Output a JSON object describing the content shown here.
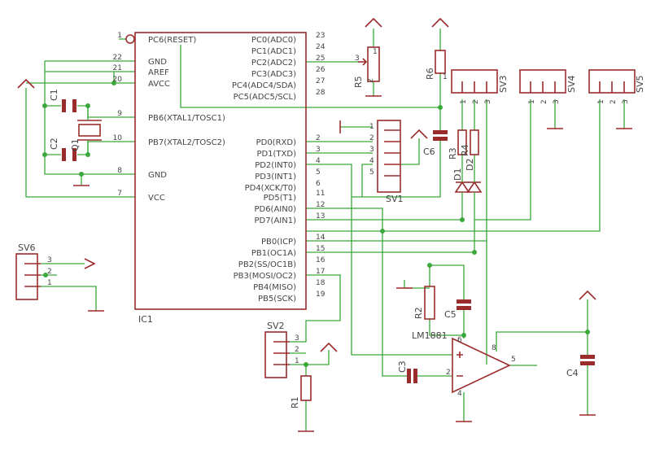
{
  "ic1": {
    "name": "IC1",
    "left_pins": [
      {
        "num": "1",
        "name": "PC6(RESET)"
      },
      {
        "num": "22",
        "name": "GND"
      },
      {
        "num": "21",
        "name": "AREF"
      },
      {
        "num": "20",
        "name": "AVCC"
      },
      {
        "num": "9",
        "name": "PB6(XTAL1/TOSC1)"
      },
      {
        "num": "10",
        "name": "PB7(XTAL2/TOSC2)"
      },
      {
        "num": "8",
        "name": "GND"
      },
      {
        "num": "7",
        "name": "VCC"
      }
    ],
    "right_pins": [
      {
        "num": "23",
        "name": "PC0(ADC0)"
      },
      {
        "num": "24",
        "name": "PC1(ADC1)"
      },
      {
        "num": "25",
        "name": "PC2(ADC2)"
      },
      {
        "num": "26",
        "name": "PC3(ADC3)"
      },
      {
        "num": "27",
        "name": "PC4(ADC4/SDA)"
      },
      {
        "num": "28",
        "name": "PC5(ADC5/SCL)"
      },
      {
        "num": "2",
        "name": "PD0(RXD)"
      },
      {
        "num": "3",
        "name": "PD1(TXD)"
      },
      {
        "num": "4",
        "name": "PD2(INT0)"
      },
      {
        "num": "5",
        "name": "PD3(INT1)"
      },
      {
        "num": "6",
        "name": "PD4(XCK/T0)"
      },
      {
        "num": "11",
        "name": "PD5(T1)"
      },
      {
        "num": "12",
        "name": "PD6(AIN0)"
      },
      {
        "num": "13",
        "name": "PD7(AIN1)"
      },
      {
        "num": "14",
        "name": "PB0(ICP)"
      },
      {
        "num": "15",
        "name": "PB1(OC1A)"
      },
      {
        "num": "16",
        "name": "PB2(SS/OC1B)"
      },
      {
        "num": "17",
        "name": "PB3(MOSI/OC2)"
      },
      {
        "num": "18",
        "name": "PB4(MISO)"
      },
      {
        "num": "19",
        "name": "PB5(SCK)"
      }
    ]
  },
  "components": [
    {
      "id": "c1",
      "text": "C1"
    },
    {
      "id": "c2",
      "text": "C2"
    },
    {
      "id": "q1",
      "text": "Q1"
    },
    {
      "id": "r5",
      "text": "R5"
    },
    {
      "id": "r6",
      "text": "R6"
    },
    {
      "id": "r3",
      "text": "R3"
    },
    {
      "id": "r4",
      "text": "R4"
    },
    {
      "id": "c6",
      "text": "C6"
    },
    {
      "id": "d1",
      "text": "D1"
    },
    {
      "id": "d2",
      "text": "D2"
    },
    {
      "id": "sv1",
      "text": "SV1"
    },
    {
      "id": "sv2",
      "text": "SV2"
    },
    {
      "id": "sv3",
      "text": "SV3"
    },
    {
      "id": "sv4",
      "text": "SV4"
    },
    {
      "id": "sv5",
      "text": "SV5"
    },
    {
      "id": "sv6",
      "text": "SV6"
    },
    {
      "id": "r2",
      "text": "R2"
    },
    {
      "id": "c5",
      "text": "C5"
    },
    {
      "id": "lm1881",
      "text": "LM1881"
    },
    {
      "id": "c3",
      "text": "C3"
    },
    {
      "id": "c4",
      "text": "C4"
    },
    {
      "id": "r1",
      "text": "R1"
    }
  ],
  "pin_numbers": [
    {
      "id": "r5-p3",
      "text": "3"
    },
    {
      "id": "r5-p1",
      "text": "1"
    },
    {
      "id": "r5-p2",
      "text": "2"
    },
    {
      "id": "r6-p1",
      "text": "1"
    },
    {
      "id": "sv1-p1",
      "text": "1"
    },
    {
      "id": "sv1-p2",
      "text": "2"
    },
    {
      "id": "sv1-p3",
      "text": "3"
    },
    {
      "id": "sv1-p4",
      "text": "4"
    },
    {
      "id": "sv1-p5",
      "text": "5"
    },
    {
      "id": "sv3-p1",
      "text": "1"
    },
    {
      "id": "sv3-p2",
      "text": "2"
    },
    {
      "id": "sv3-p3",
      "text": "3"
    },
    {
      "id": "sv4-p1",
      "text": "1"
    },
    {
      "id": "sv4-p2",
      "text": "2"
    },
    {
      "id": "sv4-p3",
      "text": "3"
    },
    {
      "id": "sv5-p1",
      "text": "1"
    },
    {
      "id": "sv5-p2",
      "text": "2"
    },
    {
      "id": "sv5-p3",
      "text": "3"
    },
    {
      "id": "sv2-p3",
      "text": "3"
    },
    {
      "id": "sv2-p2",
      "text": "2"
    },
    {
      "id": "sv2-p1",
      "text": "1"
    },
    {
      "id": "sv6-p3",
      "text": "3"
    },
    {
      "id": "sv6-p2",
      "text": "2"
    },
    {
      "id": "sv6-p1",
      "text": "1"
    },
    {
      "id": "lm-p6",
      "text": "6"
    },
    {
      "id": "lm-p8",
      "text": "8"
    },
    {
      "id": "lm-p2",
      "text": "2"
    },
    {
      "id": "lm-p5",
      "text": "5"
    },
    {
      "id": "lm-p4",
      "text": "4"
    }
  ],
  "colors": {
    "wire": "#3aa83a",
    "part": "#9b2c2c",
    "text": "#444444"
  }
}
